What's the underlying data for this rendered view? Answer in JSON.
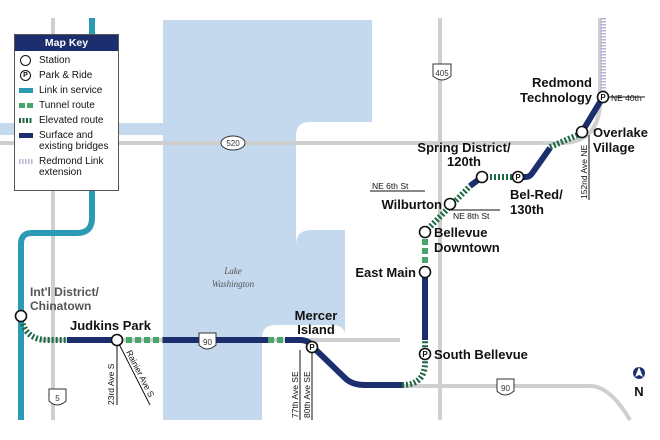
{
  "key": {
    "title": "Map Key",
    "items": [
      {
        "label": "Station",
        "icon": "station-icon"
      },
      {
        "label": "Park & Ride",
        "icon": "park-ride-icon"
      },
      {
        "label": "Link in service",
        "color": "#2b9bb5"
      },
      {
        "label": "Tunnel route",
        "color": "#4aa56c"
      },
      {
        "label": "Elevated route",
        "color": "#1e6a46"
      },
      {
        "label": "Surface and existing bridges",
        "color": "#1c2e6e"
      },
      {
        "label": "Redmond Link extension",
        "color": "#b9b4d6"
      }
    ],
    "park_symbol": "P"
  },
  "stations": {
    "intl_district_1": "Int'l District/",
    "intl_district_2": "Chinatown",
    "judkins_park": "Judkins Park",
    "mercer_island_1": "Mercer",
    "mercer_island_2": "Island",
    "south_bellevue": "South Bellevue",
    "east_main": "East Main",
    "bellevue_downtown_1": "Bellevue",
    "bellevue_downtown_2": "Downtown",
    "wilburton": "Wilburton",
    "spring_district_1": "Spring District/",
    "spring_district_2": "120th",
    "bel_red_1": "Bel-Red/",
    "bel_red_2": "130th",
    "overlake_1": "Overlake",
    "overlake_2": "Village",
    "redmond_1": "Redmond",
    "redmond_2": "Technology"
  },
  "streets": {
    "ave23": "23rd Ave S",
    "rainier": "Rainier Ave S",
    "ave77": "77th Ave SE",
    "ave80": "80th Ave SE",
    "ne6": "NE 6th St",
    "ne8": "NE 8th St",
    "ave152": "152nd Ave NE",
    "ne40": "NE 40th"
  },
  "highways": {
    "i405": "405",
    "sr520": "520",
    "i90_west": "90",
    "i5": "5",
    "i90_east": "90"
  },
  "lake": {
    "line1": "Lake",
    "line2": "Washington"
  },
  "north": "N",
  "colors": {
    "water": "#c4d8ee",
    "road": "#cfcfcf",
    "teal": "#2b9bb5",
    "navy": "#1c2e6e",
    "tunnel": "#4aa56c",
    "elevated": "#1e6a46",
    "extension": "#b9b4d6"
  }
}
